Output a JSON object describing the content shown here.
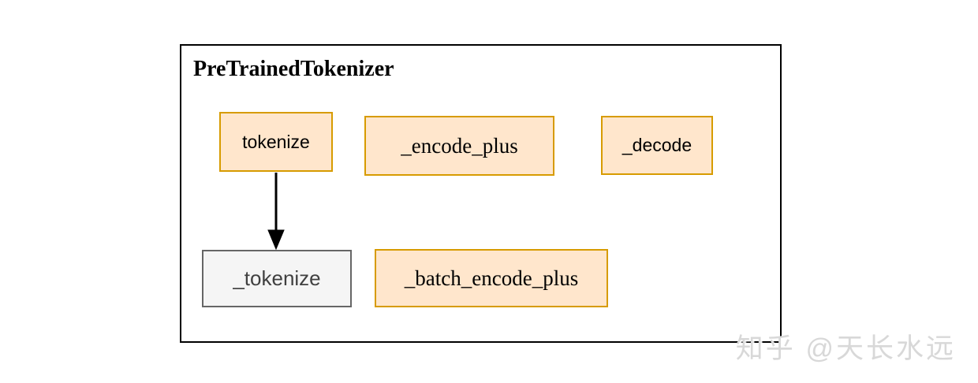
{
  "diagram": {
    "title": "PreTrainedTokenizer",
    "nodes": [
      {
        "id": "tokenize",
        "label": "tokenize",
        "style": "orange",
        "font": "sans"
      },
      {
        "id": "encode_plus",
        "label": "_encode_plus",
        "style": "orange",
        "font": "serif"
      },
      {
        "id": "decode",
        "label": "_decode",
        "style": "orange",
        "font": "sans"
      },
      {
        "id": "tokenize_private",
        "label": "_tokenize",
        "style": "gray",
        "font": "sans"
      },
      {
        "id": "batch_encode_plus",
        "label": "_batch_encode_plus",
        "style": "orange",
        "font": "serif"
      }
    ],
    "edges": [
      {
        "from": "tokenize",
        "to": "tokenize_private",
        "direction": "down",
        "arrowhead": "filled-triangle"
      }
    ],
    "colors": {
      "node_fill": "#ffe6cc",
      "node_border": "#d79b00",
      "gray_node_fill": "#f5f5f5",
      "gray_node_border": "#666666",
      "container_border": "#000000",
      "arrow": "#000000",
      "watermark": "#d8d8d8"
    }
  },
  "watermark": {
    "text": "知乎 @天长水远"
  }
}
